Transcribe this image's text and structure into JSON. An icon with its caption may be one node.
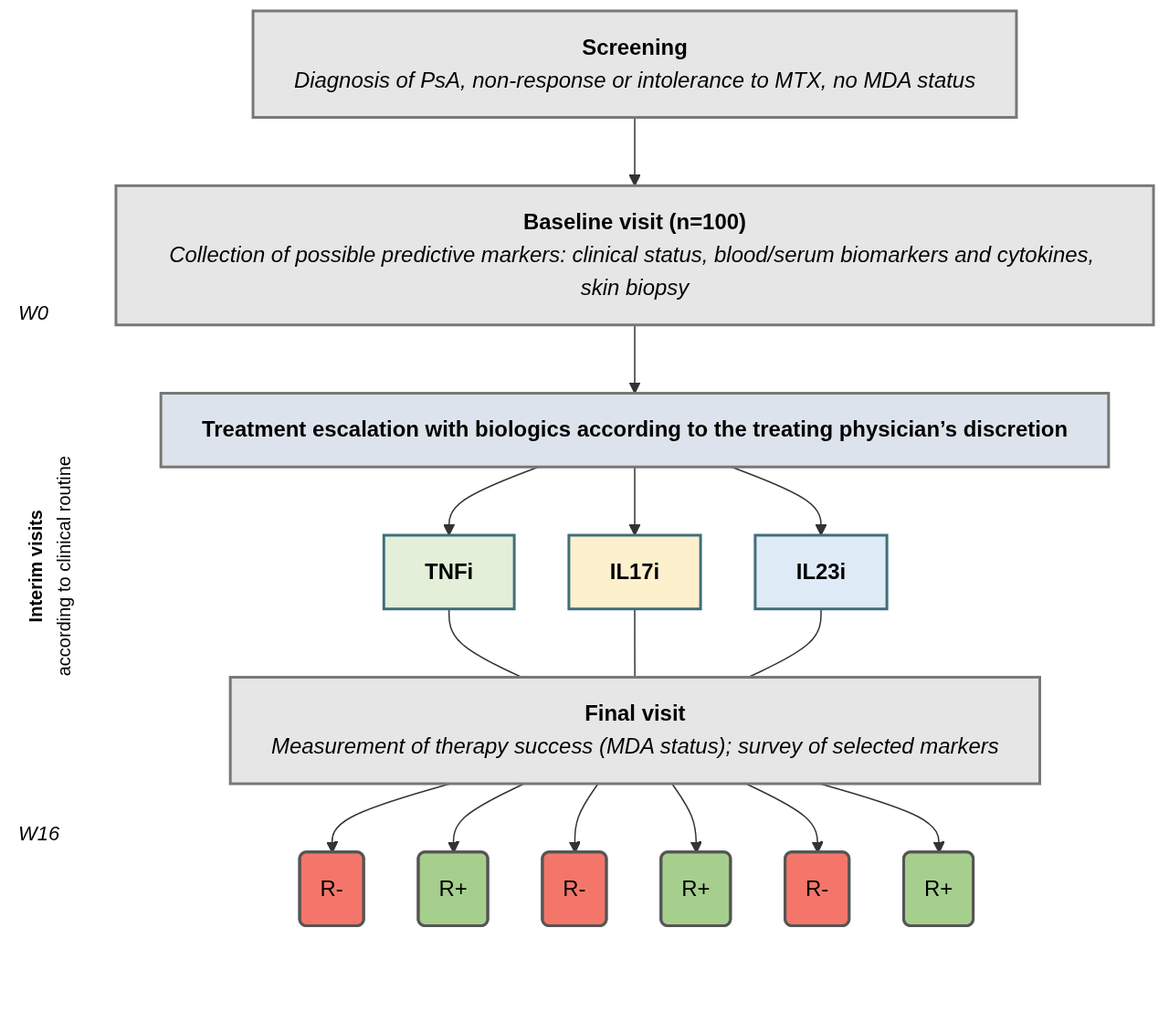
{
  "diagram": {
    "nodes": [
      {
        "text": [
          "Screening",
          "Diagnosis of PsA, non-response or intolerance to MTX, no MDA status"
        ]
      },
      {
        "text": [
          "Baseline visit (n=100)",
          "Collection of possible predictive markers: clinical status, blood/serum biomarkers and cytokines, skin biopsy"
        ]
      },
      {
        "text": [
          "Treatment escalation with biologics according to the treating physician’s discretion"
        ]
      },
      {
        "text": [
          "TNFi"
        ]
      },
      {
        "text": [
          "IL17i"
        ]
      },
      {
        "text": [
          "IL23i"
        ]
      },
      {
        "text": [
          "Final visit",
          "Measurement of therapy success (MDA status); survey of selected markers"
        ]
      },
      {
        "text": [
          "R-"
        ]
      },
      {
        "text": [
          "R+"
        ]
      },
      {
        "text": [
          "R-"
        ]
      },
      {
        "text": [
          "R+"
        ]
      },
      {
        "text": [
          "R-"
        ]
      },
      {
        "text": [
          "R+"
        ]
      }
    ],
    "edges": [
      {
        "from": 0,
        "to": 1,
        "arrow": "to"
      },
      {
        "from": 1,
        "to": 2,
        "arrow": "to"
      },
      {
        "from": 2,
        "to": 3,
        "arrow": "to"
      },
      {
        "from": 2,
        "to": 4,
        "arrow": "to"
      },
      {
        "from": 2,
        "to": 5,
        "arrow": "to"
      },
      {
        "from": 3,
        "to": 6,
        "arrow": "none"
      },
      {
        "from": 4,
        "to": 6,
        "arrow": "none"
      },
      {
        "from": 5,
        "to": 6,
        "arrow": "none"
      },
      {
        "from": 6,
        "to": 7,
        "arrow": "to"
      },
      {
        "from": 6,
        "to": 8,
        "arrow": "to"
      },
      {
        "from": 6,
        "to": 9,
        "arrow": "to"
      },
      {
        "from": 6,
        "to": 10,
        "arrow": "to"
      },
      {
        "from": 6,
        "to": 11,
        "arrow": "to"
      },
      {
        "from": 6,
        "to": 12,
        "arrow": "to"
      }
    ],
    "labels": [
      "W0",
      "Interim visits",
      "according to clinical routine",
      "W16"
    ]
  }
}
